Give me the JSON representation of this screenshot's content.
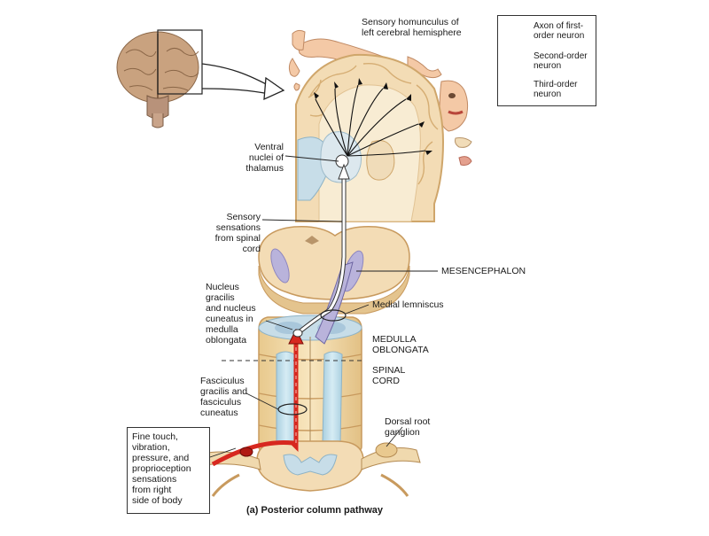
{
  "labels": {
    "homunculus": "Sensory homunculus of\nleft cerebral hemisphere",
    "ventral_nuclei": "Ventral\nnuclei of\nthalamus",
    "sensory_sensations": "Sensory\nsensations\nfrom spinal\ncord",
    "mesencephalon": "MESENCEPHALON",
    "nucleus_gracilis": "Nucleus\ngracilis\nand nucleus\ncuneatus in\nmedulla\noblongata",
    "medial_lemniscus": "Medial lemniscus",
    "medulla_oblongata": "MEDULLA\nOBLONGATA",
    "spinal_cord": "SPINAL\nCORD",
    "fasciculus": "Fasciculus\ngracilis and\nfasciculus\ncuneatus",
    "dorsal_root": "Dorsal root\nganglion",
    "fine_touch": "Fine touch,\nvibration,\npressure, and\nproprioception\nsensations\nfrom right\nside of body"
  },
  "legend": {
    "items": [
      {
        "label": "Axon of first-\norder neuron",
        "fill": "#d7281f"
      },
      {
        "label": "Second-order\nneuron",
        "fill": "#ffffff"
      },
      {
        "label": "Third-order\nneuron",
        "fill": "#111111"
      }
    ]
  },
  "caption": "(a) Posterior column pathway",
  "colors": {
    "cortex": "#f3dcb5",
    "cortex_edge": "#d8b57e",
    "white_matter": "#f7ecd2",
    "gray_blue": "#c7dde8",
    "ventricle": "#a9c7db",
    "purple": "#b9b3db",
    "skin": "#f2c8a8",
    "brain": "#c9a98a",
    "red": "#d7281f"
  }
}
